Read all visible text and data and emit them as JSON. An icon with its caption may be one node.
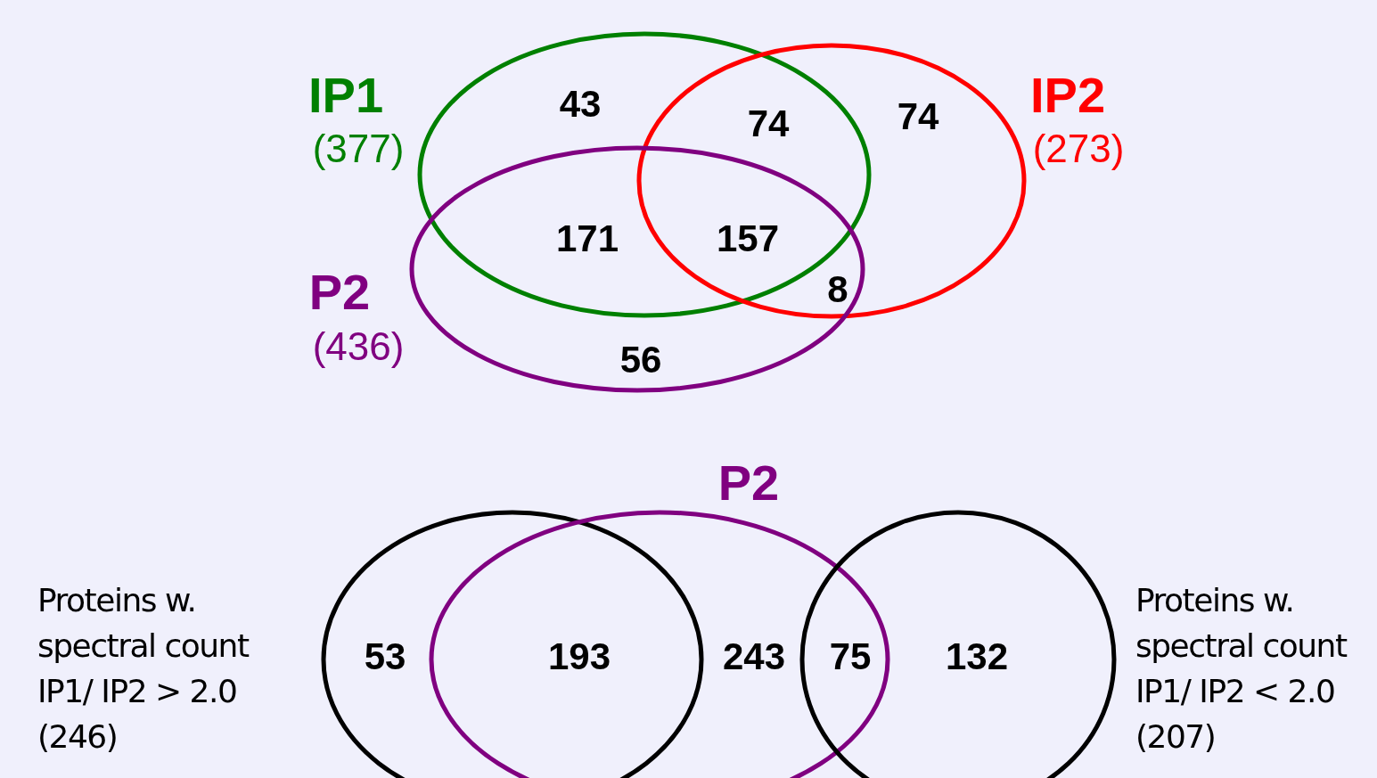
{
  "diagram": {
    "labels": [
      "IP1",
      "(377)",
      "43",
      "74",
      "74",
      "IP2",
      "(273)",
      "171",
      "157",
      "P2",
      "8",
      "(436)",
      "56",
      "P2",
      "Proteins w. spectral count IP1/ IP2 > 2.0   (246)",
      "53",
      "193",
      "243",
      "75",
      "132",
      "Proteins w. spectral count IP1/ IP2 < 2.0   (207)"
    ]
  }
}
